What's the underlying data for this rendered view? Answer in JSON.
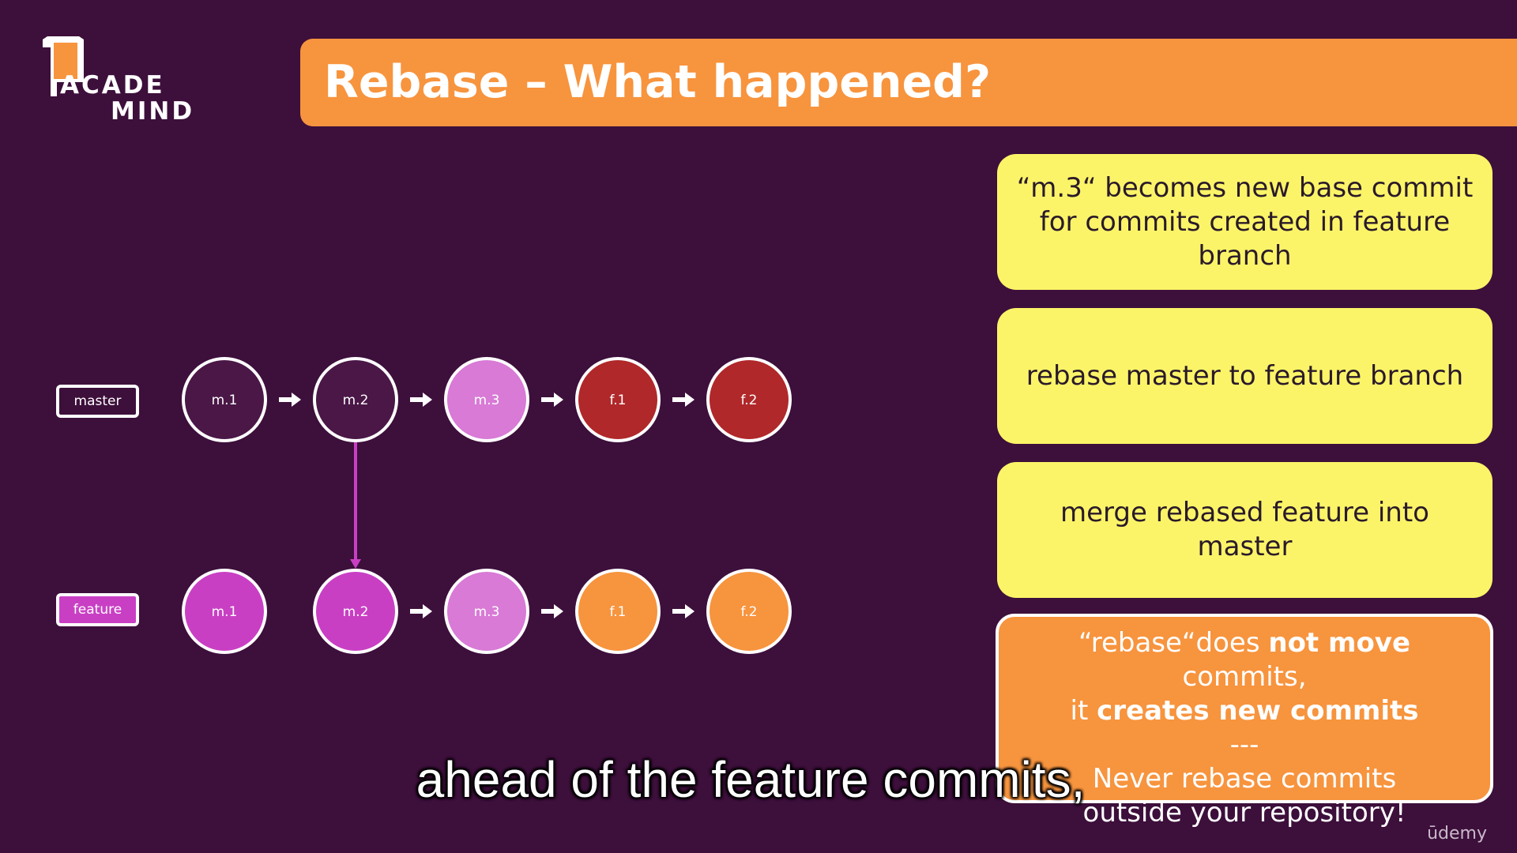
{
  "logo": {
    "line1": "ACADE",
    "line2": "MIND"
  },
  "title": "Rebase – What happened?",
  "branches": {
    "master": {
      "label": "master",
      "commits": [
        {
          "label": "m.1",
          "color": "#4a1747"
        },
        {
          "label": "m.2",
          "color": "#4a1747"
        },
        {
          "label": "m.3",
          "color": "#d87ad6"
        },
        {
          "label": "f.1",
          "color": "#b0282a"
        },
        {
          "label": "f.2",
          "color": "#b0282a"
        }
      ]
    },
    "feature": {
      "label": "feature",
      "label_color": "#c93fc4",
      "commits": [
        {
          "label": "m.1",
          "color": "#c93fc4"
        },
        {
          "label": "m.2",
          "color": "#c93fc4"
        },
        {
          "label": "m.3",
          "color": "#d87ad6"
        },
        {
          "label": "f.1",
          "color": "#f7943e"
        },
        {
          "label": "f.2",
          "color": "#f7943e"
        }
      ]
    }
  },
  "connector_color": "#c93fc4",
  "info_boxes": [
    "“m.3“ becomes new base commit for commits created in feature branch",
    "rebase master to feature branch",
    "merge rebased feature into master"
  ],
  "warning": {
    "q_open": "“rebase“does ",
    "not_move": "not move",
    "commits": " commits,",
    "it": "it ",
    "creates": "creates new commits",
    "sep": "---",
    "never": "Never rebase commits outside your repository!"
  },
  "subtitle": "ahead of the feature commits,",
  "watermark": "ūdemy",
  "colors": {
    "background": "#3d0f3b",
    "accent_orange": "#f7943e",
    "info_yellow": "#fbf468"
  }
}
